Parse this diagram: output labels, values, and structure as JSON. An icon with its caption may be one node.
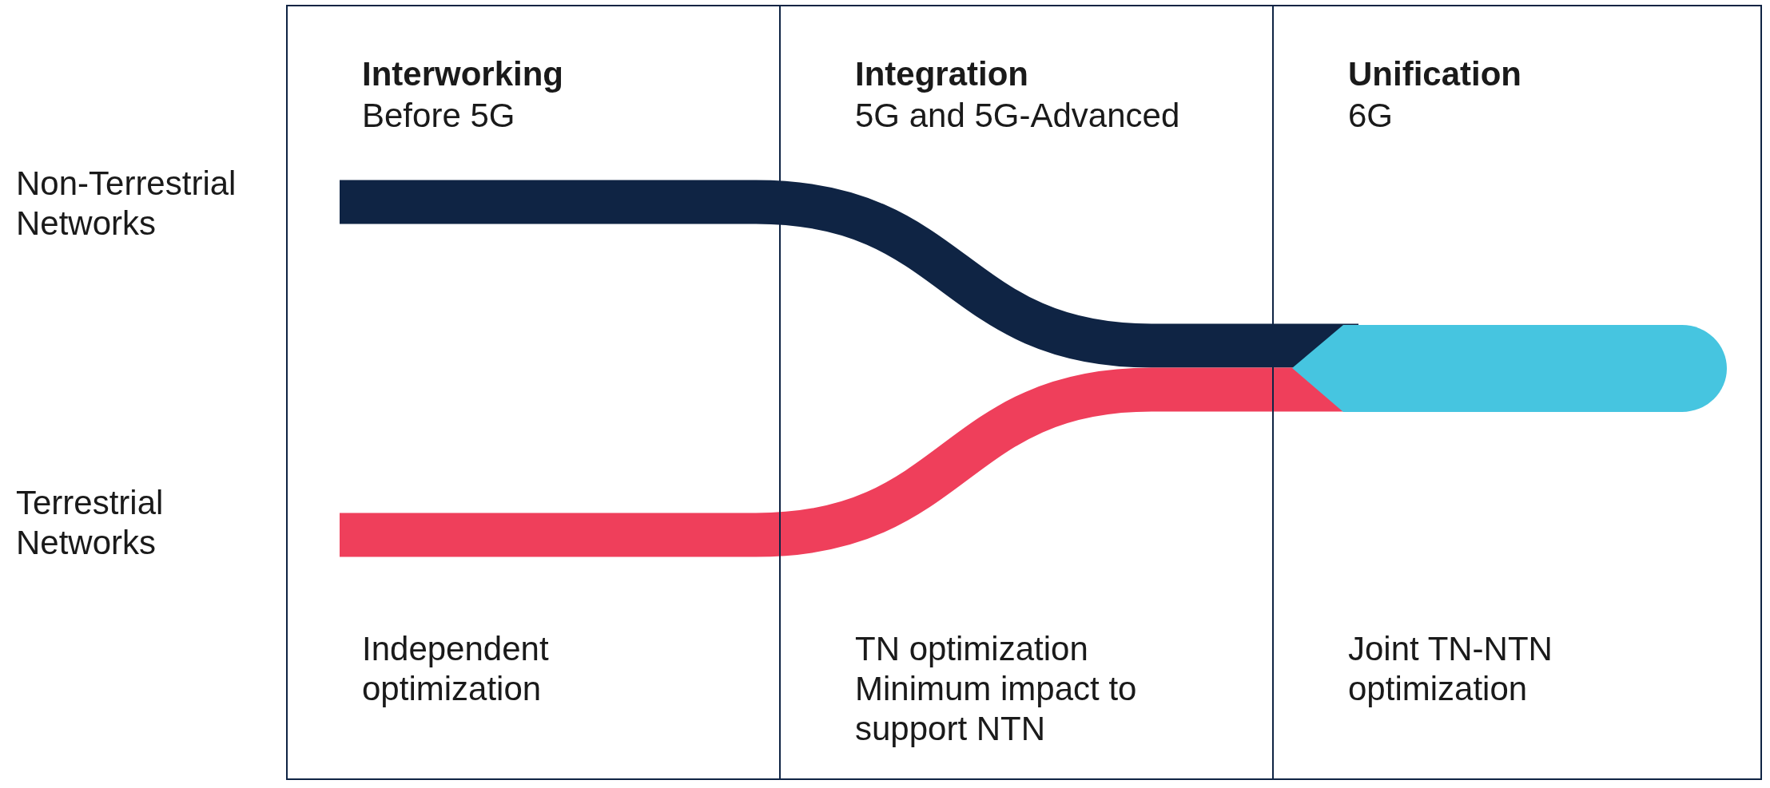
{
  "diagram": {
    "nodes": [
      {
        "text": [
          "Interworking",
          "Before 5G",
          "Independent optimization"
        ]
      },
      {
        "text": [
          "Integration",
          "5G and 5G-Advanced",
          "TN optimization",
          "Minimum impact to support NTN"
        ]
      },
      {
        "text": [
          "Unification",
          "6G",
          "Joint TN-NTN optimization"
        ]
      }
    ],
    "edges": [],
    "labels": [
      "Non-Terrestrial Networks",
      "Terrestrial Networks"
    ]
  }
}
